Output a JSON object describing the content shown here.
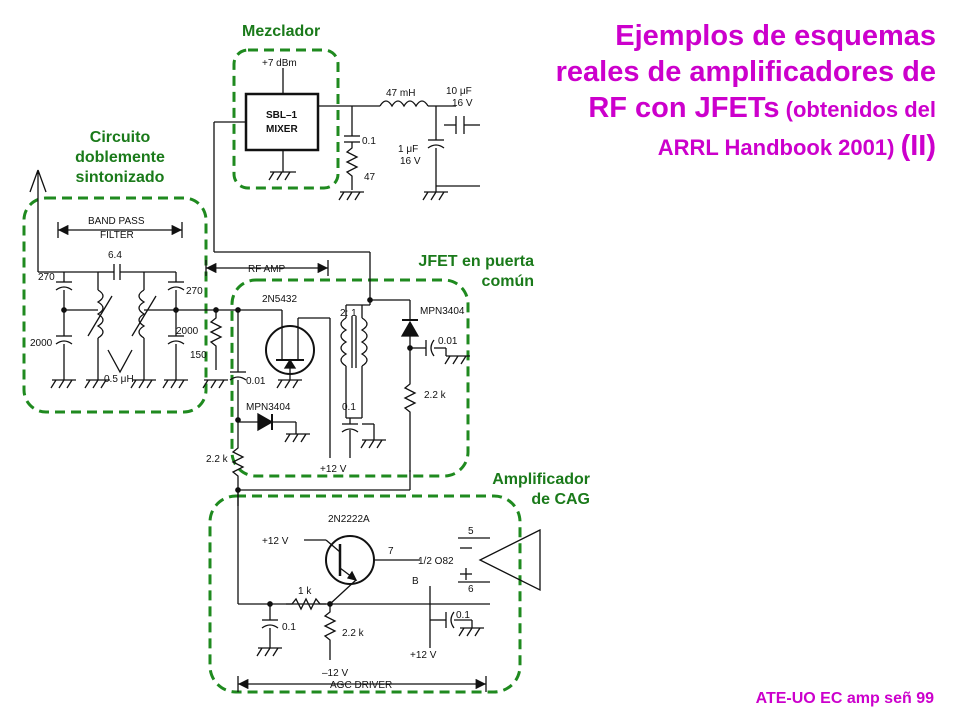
{
  "title": {
    "line1": "Ejemplos de esquemas",
    "line2": "reales de amplificadores de",
    "line3a": "RF con JFETs",
    "line3b": " (obtenidos del",
    "line4a": "ARRL Handbook 2001) ",
    "line4b": "(II)"
  },
  "labels": {
    "mixer": "Mezclador",
    "tuned_line1": "Circuito",
    "tuned_line2": "doblemente",
    "tuned_line3": "sintonizado",
    "jfet_line1": "JFET en puerta",
    "jfet_line2": "común",
    "cag_line1": "Amplificador",
    "cag_line2": "de CAG"
  },
  "schematic": {
    "mixer_power": "+7 dBm",
    "mixer_name1": "SBL–1",
    "mixer_name2": "MIXER",
    "inductor_47mh": "47 mH",
    "cap_10uf_a": "10 μF",
    "cap_10uf_b": "16 V",
    "cap_1uf_a": "1 μF",
    "cap_1uf_b": "16 V",
    "cap_01_mix": "0.1",
    "res_47": "47",
    "bpf_a": "BAND PASS",
    "bpf_b": "FILTER",
    "cap_64": "6.4",
    "cap_270_l": "270",
    "cap_270_r": "270",
    "cap_2000_l": "2000",
    "cap_2000_r": "2000",
    "ind_05uh": "0.5 μH",
    "res_150": "150",
    "rf_amp": "RF AMP",
    "jfet": "2N5432",
    "ratio": "2: 1",
    "diode_top": "MPN3404",
    "cap_001_a": "0.01",
    "cap_001_b": "0.01",
    "res_22k_a": "2.2 k",
    "diode_bottom": "MPN3404",
    "cap_01_rf": "0.1",
    "v12_rf": "+12 V",
    "res_22k_b": "2.2 k",
    "bjt": "2N2222A",
    "v12_agc": "+12 V",
    "opamp": "1/2  O82",
    "pin5": "5",
    "pin6": "6",
    "pin7": "7",
    "pinB": "B",
    "res_1k": "1 k",
    "cap_01_agc_l": "0.1",
    "res_22k_c": "2.2 k",
    "vneg12": "–12 V",
    "cap_01_agc_r": "0.1",
    "v12_agc2": "+12 V",
    "agc_driver": "AGC DRIVER"
  },
  "footer": "ATE-UO EC amp señ 99",
  "colors": {
    "title": "#cc00cc",
    "annotation": "#1a7a1a",
    "dashed_box": "#1f8a1f",
    "ink": "#111111"
  }
}
